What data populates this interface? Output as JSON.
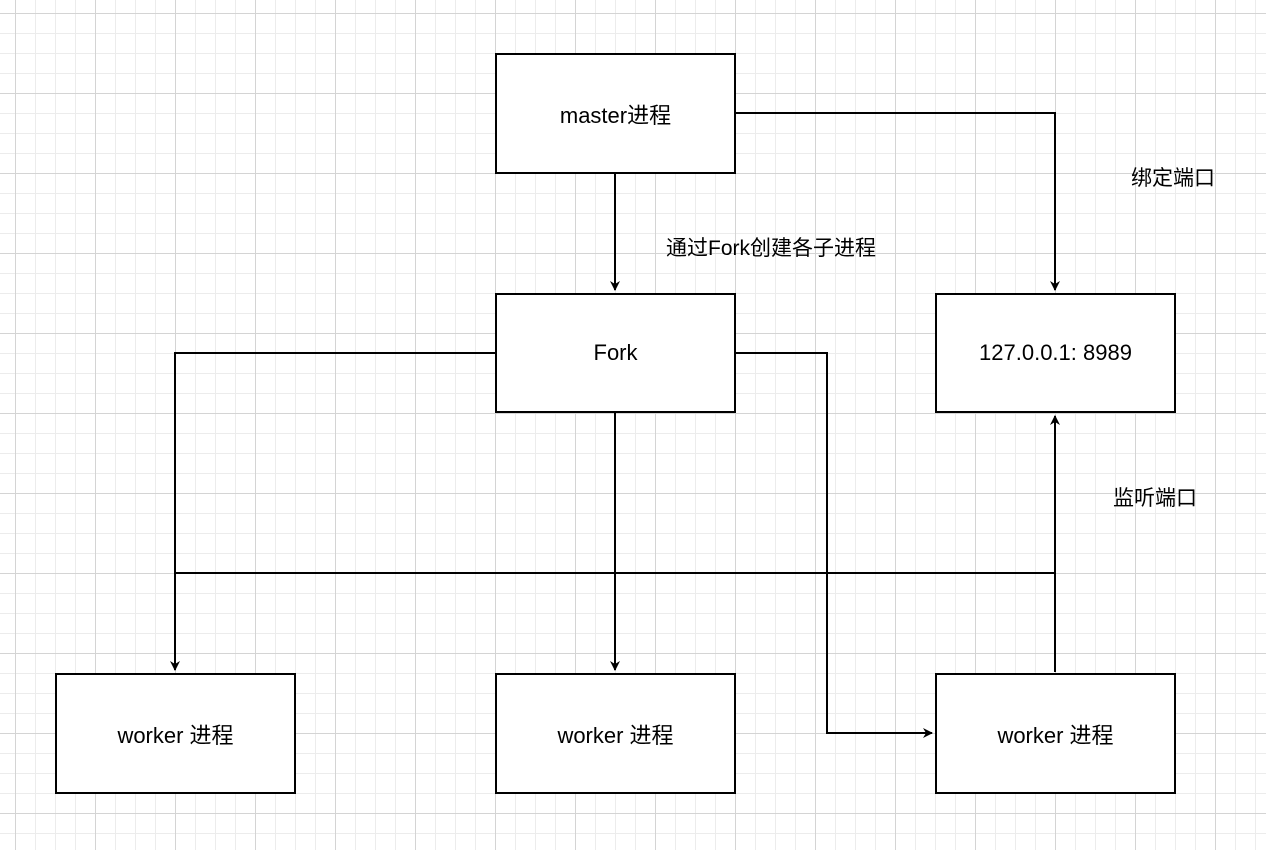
{
  "nodes": {
    "master": "master进程",
    "fork": "Fork",
    "address": "127.0.0.1: 8989",
    "worker_left": "worker 进程",
    "worker_center": "worker 进程",
    "worker_right": "worker 进程"
  },
  "edge_labels": {
    "fork_create": "通过Fork创建各子进程",
    "bind_port": "绑定端口",
    "listen_port": "监听端口"
  }
}
